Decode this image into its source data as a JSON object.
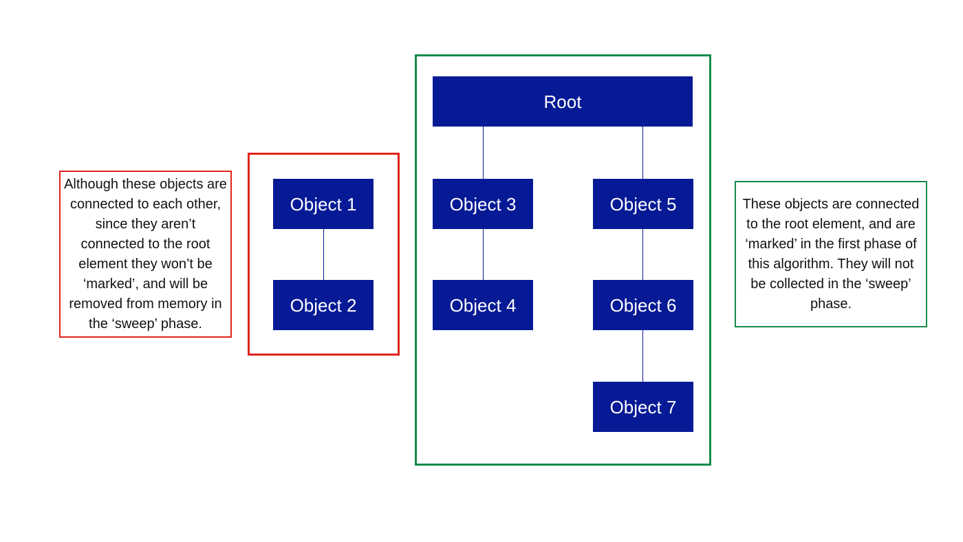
{
  "colors": {
    "node_fill": "#061a96",
    "connector": "#061a96",
    "unreachable_border": "#e2231a",
    "reachable_border": "#138a4a"
  },
  "nodes": {
    "root": "Root",
    "object1": "Object 1",
    "object2": "Object 2",
    "object3": "Object 3",
    "object4": "Object 4",
    "object5": "Object 5",
    "object6": "Object 6",
    "object7": "Object 7"
  },
  "notes": {
    "unreachable": "Although these objects are connected to each other, since they aren’t connected to the root element they won’t be ‘marked’, and will be removed from memory in the ‘sweep’ phase.",
    "reachable": "These objects are connected to the root element, and are ‘marked’ in the first phase of this algorithm. They will not be collected in the ‘sweep’ phase."
  }
}
